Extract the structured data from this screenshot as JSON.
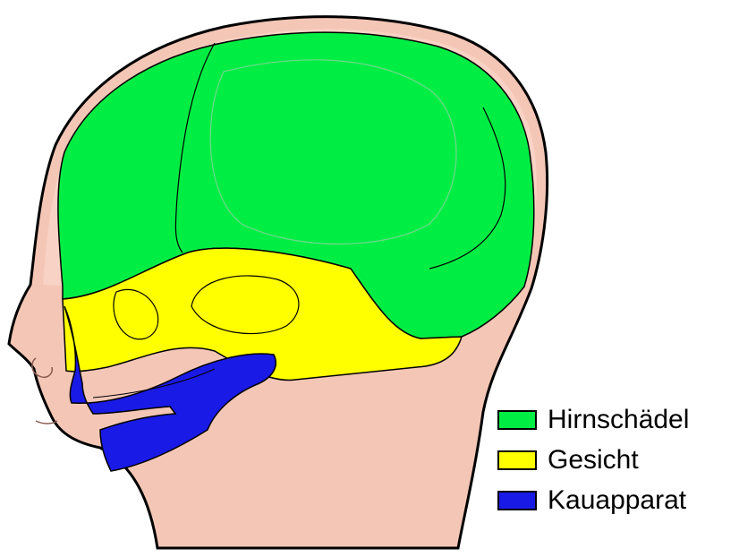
{
  "legend": {
    "items": [
      {
        "key": "hirnschaedel",
        "label": "Hirnschädel",
        "color": "#00ee44"
      },
      {
        "key": "gesicht",
        "label": "Gesicht",
        "color": "#ffff00"
      },
      {
        "key": "kauapparat",
        "label": "Kauapparat",
        "color": "#1a1ae6"
      }
    ]
  },
  "colors": {
    "skin": "#f4c6b6",
    "outline": "#000000",
    "background": "#ffffff"
  }
}
